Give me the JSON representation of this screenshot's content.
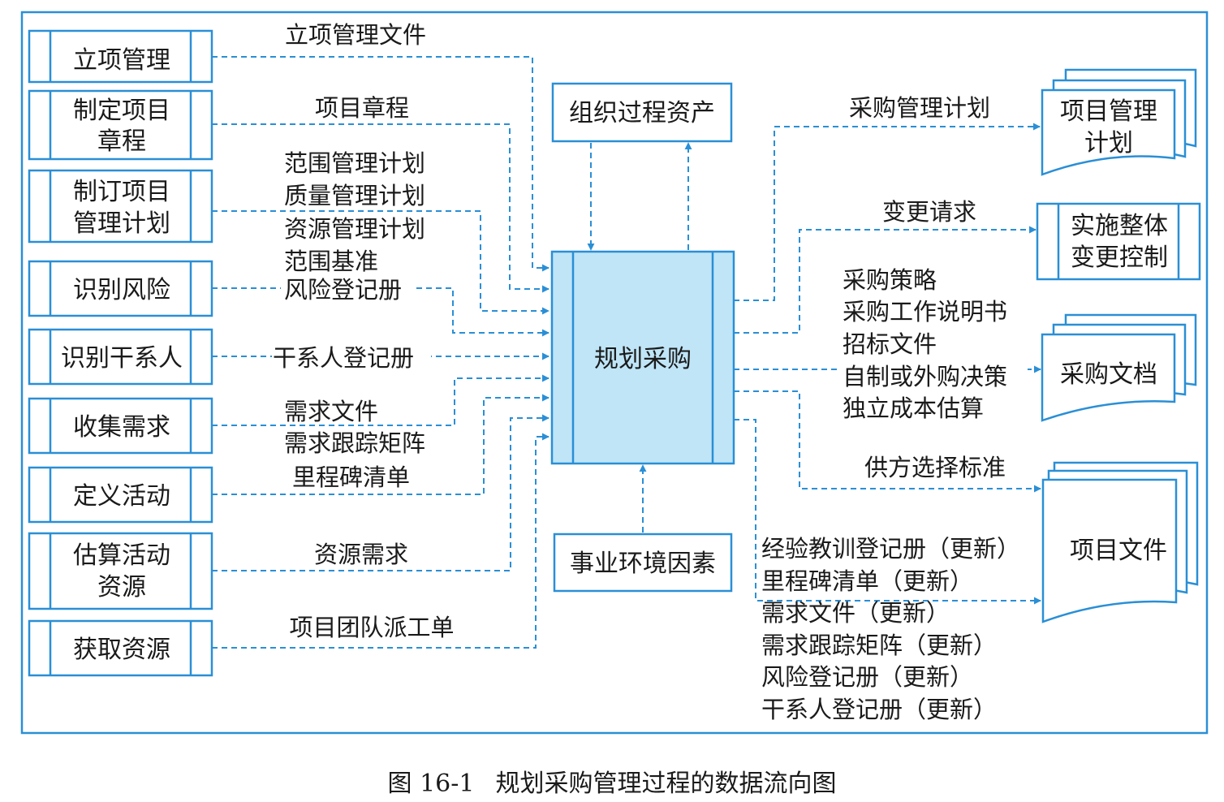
{
  "left_processes": [
    {
      "lines": [
        "立项管理"
      ]
    },
    {
      "lines": [
        "制定项目",
        "章程"
      ]
    },
    {
      "lines": [
        "制订项目",
        "管理计划"
      ]
    },
    {
      "lines": [
        "识别风险"
      ]
    },
    {
      "lines": [
        "识别干系人"
      ]
    },
    {
      "lines": [
        "收集需求"
      ]
    },
    {
      "lines": [
        "定义活动"
      ]
    },
    {
      "lines": [
        "估算活动",
        "资源"
      ]
    },
    {
      "lines": [
        "获取资源"
      ]
    }
  ],
  "left_flow_labels": [
    {
      "lines": [
        "立项管理文件"
      ]
    },
    {
      "lines": [
        "项目章程"
      ]
    },
    {
      "lines": [
        "范围管理计划",
        "质量管理计划",
        "资源管理计划",
        "范围基准"
      ]
    },
    {
      "lines": [
        "风险登记册"
      ]
    },
    {
      "lines": [
        "干系人登记册"
      ]
    },
    {
      "lines": [
        "需求文件",
        "需求跟踪矩阵"
      ]
    },
    {
      "lines": [
        "里程碑清单"
      ]
    },
    {
      "lines": [
        "资源需求"
      ]
    },
    {
      "lines": [
        "项目团队派工单"
      ]
    }
  ],
  "center_process": "规划采购",
  "top_input": "组织过程资产",
  "bottom_input": "事业环境因素",
  "right_outputs": [
    {
      "lines": [
        "项目管理",
        "计划"
      ]
    },
    {
      "lines": [
        "实施整体",
        "变更控制"
      ]
    },
    {
      "lines": [
        "采购文档"
      ]
    },
    {
      "lines": [
        "项目文件"
      ]
    }
  ],
  "right_flow_labels": [
    {
      "lines": [
        "采购管理计划"
      ]
    },
    {
      "lines": [
        "变更请求"
      ]
    },
    {
      "lines": [
        "采购策略",
        "采购工作说明书",
        "招标文件",
        "自制或外购决策",
        "独立成本估算"
      ]
    },
    {
      "lines": [
        "供方选择标准"
      ]
    },
    {
      "lines": [
        "经验教训登记册（更新）",
        "里程碑清单（更新）",
        "需求文件（更新）",
        "需求跟踪矩阵（更新）",
        "风险登记册（更新）",
        "干系人登记册（更新）"
      ]
    }
  ],
  "caption": {
    "number": "图 16-1",
    "title": "规划采购管理过程的数据流向图"
  },
  "colors": {
    "line": "#2a8fd6",
    "center_fill": "#bfe5f7",
    "box_fill": "#ffffff",
    "text": "#1a1a1a"
  }
}
